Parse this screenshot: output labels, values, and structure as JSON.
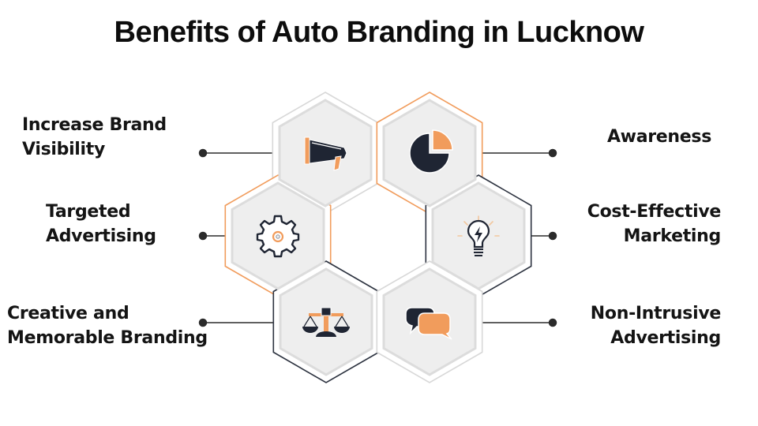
{
  "title": "Benefits of Auto Branding in Lucknow",
  "colors": {
    "accent_orange": "#F19C5C",
    "dark_navy": "#1F2533",
    "hex_fill": "#EEEEEE",
    "hex_inner_border": "#DCDCDC",
    "light_border": "#D8D8D8",
    "connector": "#2B2B2B"
  },
  "benefits": [
    {
      "id": "left-top",
      "line1": "Increase Brand",
      "line2": "Visibility",
      "icon": "megaphone-icon",
      "side": "left"
    },
    {
      "id": "left-middle",
      "line1": "Targeted",
      "line2": "Advertising",
      "icon": "gear-icon",
      "side": "left"
    },
    {
      "id": "left-bottom",
      "line1": "Creative and",
      "line2": "Memorable Branding",
      "icon": "balance-scale-icon",
      "side": "left"
    },
    {
      "id": "right-top",
      "line1": "Awareness",
      "line2": "",
      "icon": "pie-chart-icon",
      "side": "right"
    },
    {
      "id": "right-middle",
      "line1": "Cost-Effective",
      "line2": "Marketing",
      "icon": "lightbulb-icon",
      "side": "right"
    },
    {
      "id": "right-bottom",
      "line1": "Non-Intrusive",
      "line2": "Advertising",
      "icon": "speech-bubbles-icon",
      "side": "right"
    }
  ]
}
